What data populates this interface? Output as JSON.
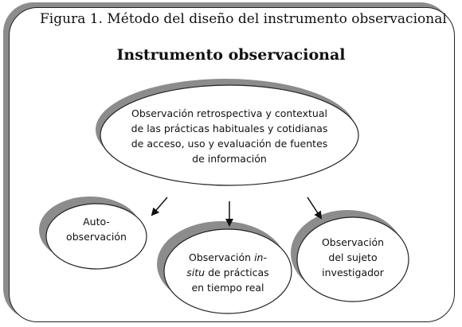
{
  "figure": {
    "caption": "Figura 1. Método del diseño del instrumento observacional",
    "title": "Instrumento observacional"
  },
  "nodes": {
    "main": {
      "lines": [
        "Observación retrospectiva y contextual",
        "de las prácticas habituales y cotidianas",
        "de acceso, uso y evaluación de fuentes",
        "de información"
      ]
    },
    "left": {
      "lines": [
        "Auto-",
        "observación"
      ]
    },
    "center": {
      "line1_a": "Observación ",
      "line1_b": "in-",
      "line2_a": "situ",
      "line2_b": " de prácticas",
      "line3": "en tiempo real"
    },
    "right": {
      "lines": [
        "Observación",
        "del sujeto",
        "investigador"
      ]
    }
  },
  "colors": {
    "shadow": "#8c8c8c",
    "stroke": "#222222",
    "fill": "#ffffff"
  }
}
